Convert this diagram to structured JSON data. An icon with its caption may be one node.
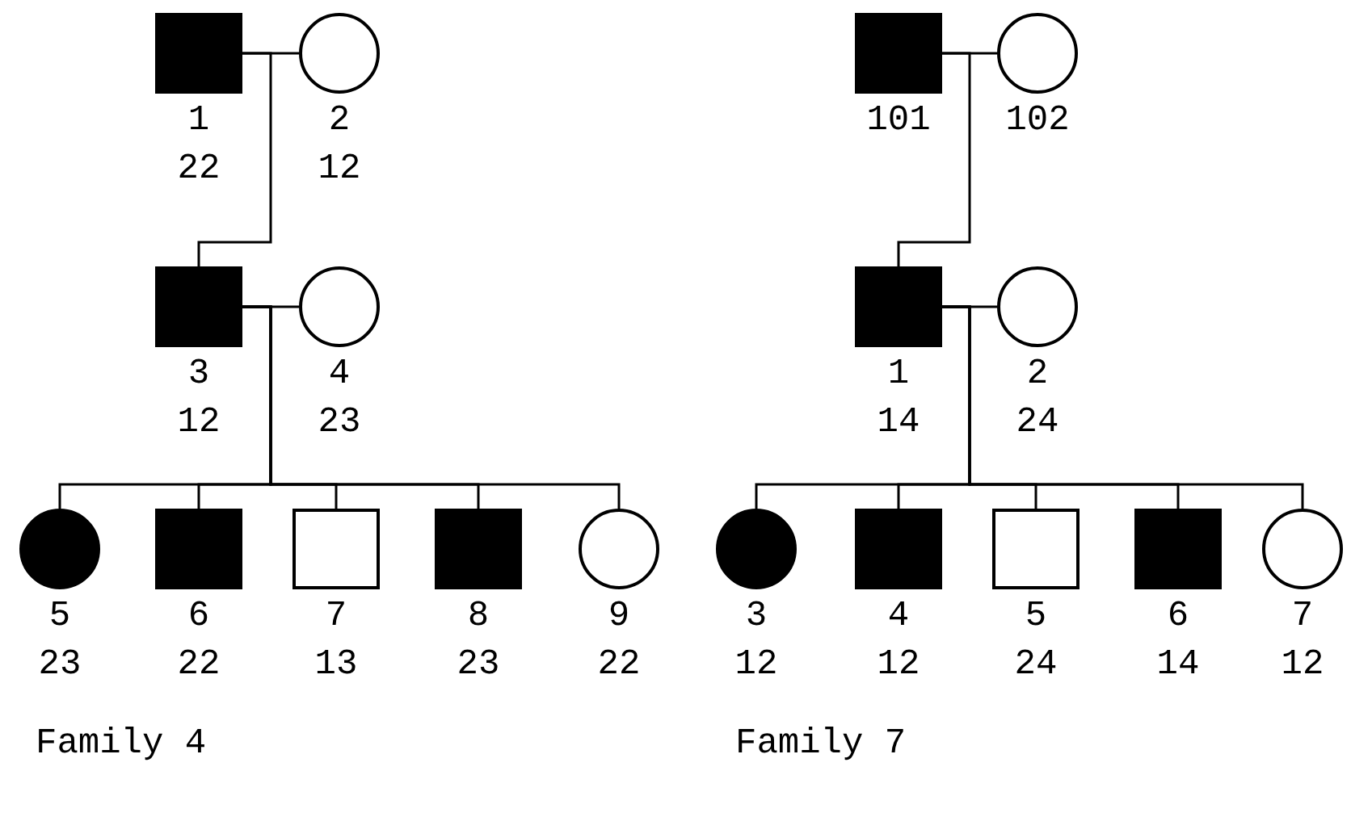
{
  "diagram": {
    "nodes": [
      {
        "text": [],
        "shape": "box",
        "beside": [
          "1",
          "22"
        ]
      },
      {
        "text": [],
        "shape": "circle",
        "beside": [
          "2",
          "12"
        ]
      },
      {
        "text": [],
        "shape": "box",
        "beside": [
          "3",
          "12"
        ]
      },
      {
        "text": [],
        "shape": "circle",
        "beside": [
          "4",
          "23"
        ]
      },
      {
        "text": [],
        "shape": "circle",
        "beside": [
          "5",
          "23"
        ]
      },
      {
        "text": [],
        "shape": "box",
        "beside": [
          "6",
          "22"
        ]
      },
      {
        "text": [],
        "shape": "box",
        "beside": [
          "7",
          "13"
        ]
      },
      {
        "text": [],
        "shape": "box",
        "beside": [
          "8",
          "23"
        ]
      },
      {
        "text": [],
        "shape": "circle",
        "beside": [
          "9",
          "22"
        ]
      },
      {
        "text": [],
        "shape": "box",
        "beside": [
          "101"
        ]
      },
      {
        "text": [],
        "shape": "circle",
        "beside": [
          "102"
        ]
      },
      {
        "text": [],
        "shape": "box",
        "beside": [
          "1",
          "14"
        ]
      },
      {
        "text": [],
        "shape": "circle",
        "beside": [
          "2",
          "24"
        ]
      },
      {
        "text": [],
        "shape": "circle",
        "beside": [
          "3",
          "12"
        ]
      },
      {
        "text": [],
        "shape": "box",
        "beside": [
          "4",
          "12"
        ]
      },
      {
        "text": [],
        "shape": "box",
        "beside": [
          "5",
          "24"
        ]
      },
      {
        "text": [],
        "shape": "box",
        "beside": [
          "6",
          "14"
        ]
      },
      {
        "text": [],
        "shape": "circle",
        "beside": [
          "7",
          "12"
        ]
      }
    ],
    "edges": [
      {
        "from": 0,
        "to": 1,
        "arrow": "none"
      },
      {
        "from": 0,
        "to": 2,
        "arrow": "none"
      },
      {
        "from": 2,
        "to": 3,
        "arrow": "none"
      },
      {
        "from": 2,
        "to": 4,
        "arrow": "none"
      },
      {
        "from": 2,
        "to": 5,
        "arrow": "none"
      },
      {
        "from": 2,
        "to": 6,
        "arrow": "none"
      },
      {
        "from": 2,
        "to": 7,
        "arrow": "none"
      },
      {
        "from": 2,
        "to": 8,
        "arrow": "none"
      },
      {
        "from": 9,
        "to": 10,
        "arrow": "none"
      },
      {
        "from": 9,
        "to": 11,
        "arrow": "none"
      },
      {
        "from": 11,
        "to": 12,
        "arrow": "none"
      },
      {
        "from": 11,
        "to": 13,
        "arrow": "none"
      },
      {
        "from": 11,
        "to": 14,
        "arrow": "none"
      },
      {
        "from": 11,
        "to": 15,
        "arrow": "none"
      },
      {
        "from": 11,
        "to": 16,
        "arrow": "none"
      },
      {
        "from": 11,
        "to": 17,
        "arrow": "none"
      }
    ],
    "labels": [
      "Family 4",
      "Family 7"
    ]
  }
}
